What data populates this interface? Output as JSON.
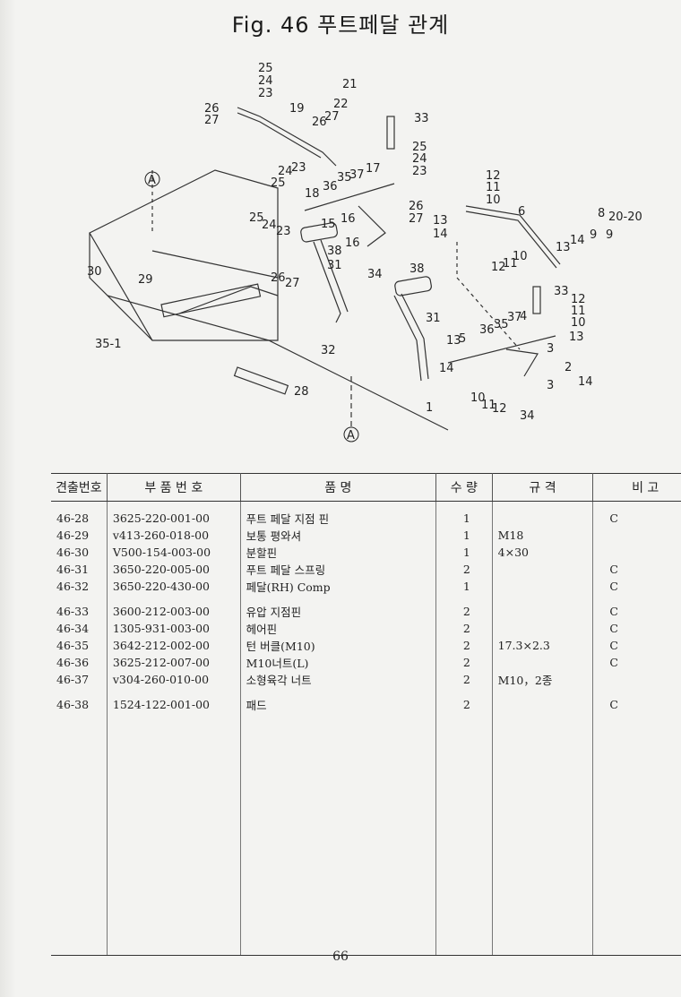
{
  "page": {
    "title": "Fig. 46  푸트페달 관계",
    "page_number": "66"
  },
  "diagram": {
    "callouts": [
      "25",
      "24",
      "23",
      "26",
      "27",
      "19",
      "21",
      "22",
      "26",
      "27",
      "33",
      "25",
      "24",
      "23",
      "17",
      "24",
      "23",
      "25",
      "18",
      "36",
      "35",
      "37",
      "26",
      "27",
      "25",
      "24",
      "23",
      "15",
      "16",
      "16",
      "38",
      "31",
      "34",
      "26",
      "27",
      "32",
      "28",
      "30",
      "29",
      "35-1",
      "12",
      "11",
      "10",
      "6",
      "13",
      "14",
      "8",
      "20-20",
      "9",
      "9",
      "13",
      "14",
      "12",
      "11",
      "10",
      "38",
      "33",
      "12",
      "11",
      "10",
      "13",
      "31",
      "4",
      "37",
      "35",
      "36",
      "5",
      "13",
      "14",
      "3",
      "2",
      "14",
      "3",
      "1",
      "10",
      "11",
      "12",
      "34",
      "A",
      "A"
    ]
  },
  "table": {
    "headers": {
      "ref": "견출번호",
      "part_no": "부 품 번 호",
      "name": "품                    명",
      "qty": "수 량",
      "spec": "규    격",
      "note": "비    고"
    },
    "rows": [
      {
        "ref": "46-28",
        "part_no": "3625-220-001-00",
        "name": "푸트 페달 지점 핀",
        "qty": "1",
        "spec": "",
        "note": "C"
      },
      {
        "ref": "46-29",
        "part_no": "v413-260-018-00",
        "name": "보통 평와셔",
        "qty": "1",
        "spec": "M18",
        "note": ""
      },
      {
        "ref": "46-30",
        "part_no": "V500-154-003-00",
        "name": "분할핀",
        "qty": "1",
        "spec": "4×30",
        "note": ""
      },
      {
        "ref": "46-31",
        "part_no": "3650-220-005-00",
        "name": "푸트 페달 스프링",
        "qty": "2",
        "spec": "",
        "note": "C"
      },
      {
        "ref": "46-32",
        "part_no": "3650-220-430-00",
        "name": "페달(RH) Comp",
        "qty": "1",
        "spec": "",
        "note": "C"
      },
      {
        "ref": "46-33",
        "part_no": "3600-212-003-00",
        "name": "유압 지점핀",
        "qty": "2",
        "spec": "",
        "note": "C"
      },
      {
        "ref": "46-34",
        "part_no": "1305-931-003-00",
        "name": "헤어핀",
        "qty": "2",
        "spec": "",
        "note": "C"
      },
      {
        "ref": "46-35",
        "part_no": "3642-212-002-00",
        "name": "턴 버클(M10)",
        "qty": "2",
        "spec": "17.3×2.3",
        "note": "C"
      },
      {
        "ref": "46-36",
        "part_no": "3625-212-007-00",
        "name": "M10너트(L)",
        "qty": "2",
        "spec": "",
        "note": "C"
      },
      {
        "ref": "46-37",
        "part_no": "v304-260-010-00",
        "name": "소형육각 너트",
        "qty": "2",
        "spec": "M10，2종",
        "note": ""
      },
      {
        "ref": "46-38",
        "part_no": "1524-122-001-00",
        "name": "패드",
        "qty": "2",
        "spec": "",
        "note": "C"
      }
    ]
  }
}
